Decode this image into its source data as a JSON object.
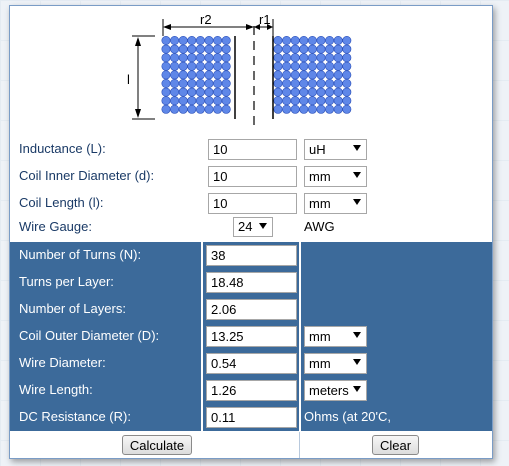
{
  "diagram": {
    "label_r2": "r2",
    "label_r1": "r1",
    "label_l": "l"
  },
  "inputs": [
    {
      "label": "Inductance (L):",
      "value": "10",
      "unit": "uH"
    },
    {
      "label": "Coil Inner Diameter (d):",
      "value": "10",
      "unit": "mm"
    },
    {
      "label": "Coil Length (l):",
      "value": "10",
      "unit": "mm"
    }
  ],
  "wire_gauge": {
    "label": "Wire Gauge:",
    "value": "24",
    "unit": "AWG"
  },
  "results": [
    {
      "label": "Number of Turns (N):",
      "value": "38"
    },
    {
      "label": "Turns per Layer:",
      "value": "18.48"
    },
    {
      "label": "Number of Layers:",
      "value": "2.06"
    },
    {
      "label": "Coil Outer Diameter (D):",
      "value": "13.25",
      "unit": "mm"
    },
    {
      "label": "Wire Diameter:",
      "value": "0.54",
      "unit": "mm"
    },
    {
      "label": "Wire Length:",
      "value": "1.26",
      "unit": "meters"
    },
    {
      "label": "DC Resistance (R):",
      "value": "0.11",
      "unit_text": "Ohms (at 20'C,"
    }
  ],
  "buttons": {
    "calculate": "Calculate",
    "clear": "Clear"
  },
  "colors": {
    "accent": "#3c6a9a",
    "coil": "#5f87e8",
    "label": "#1a3a66"
  }
}
